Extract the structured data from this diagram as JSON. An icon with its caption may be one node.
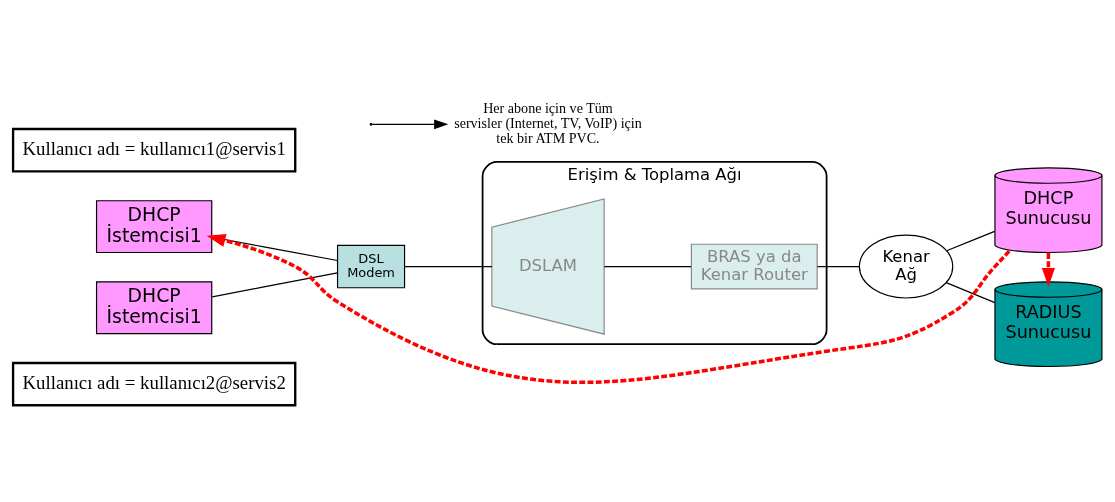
{
  "diagram": {
    "nodes": [
      {
        "text": [
          "Kullanıcı adı = kullanıcı1@servis1"
        ]
      },
      {
        "text": [
          "DHCP İstemcisi1"
        ]
      },
      {
        "text": [
          "DHCP İstemcisi1"
        ]
      },
      {
        "text": [
          "Kullanıcı adı = kullanıcı2@servis2"
        ]
      },
      {
        "text": [
          "DSL Modem"
        ]
      },
      {
        "text": [
          "Erişim & Toplama Ağı"
        ]
      },
      {
        "text": [
          "DSLAM"
        ],
        "in": 5
      },
      {
        "text": [
          "BRAS ya da Kenar Router"
        ],
        "in": 5
      },
      {
        "text": [
          "Kenar Ağ"
        ]
      },
      {
        "text": [
          "DHCP Sunucusu"
        ]
      },
      {
        "text": [
          "RADIUS Sunucusu"
        ]
      },
      {
        "text": [
          "Her abone için ve Tüm servisler (Internet, TV, VoIP) için tek bir ATM PVC."
        ]
      }
    ],
    "edges": [
      {
        "from": 1,
        "to": 4,
        "arrow": "none"
      },
      {
        "from": 2,
        "to": 4,
        "arrow": "none"
      },
      {
        "from": 4,
        "to": 6,
        "arrow": "none"
      },
      {
        "from": 6,
        "to": 7,
        "arrow": "none"
      },
      {
        "from": 7,
        "to": 8,
        "arrow": "none"
      },
      {
        "from": 8,
        "to": 9,
        "arrow": "none"
      },
      {
        "from": 8,
        "to": 10,
        "arrow": "none"
      },
      {
        "from": 9,
        "to": 1,
        "arrow": "to",
        "style": "dashed",
        "color": "#ff0000"
      },
      {
        "from": 9,
        "to": 10,
        "arrow": "to",
        "style": "dashed",
        "color": "#ff0000"
      },
      {
        "from": null,
        "to": 11,
        "arrow": "to"
      }
    ]
  }
}
